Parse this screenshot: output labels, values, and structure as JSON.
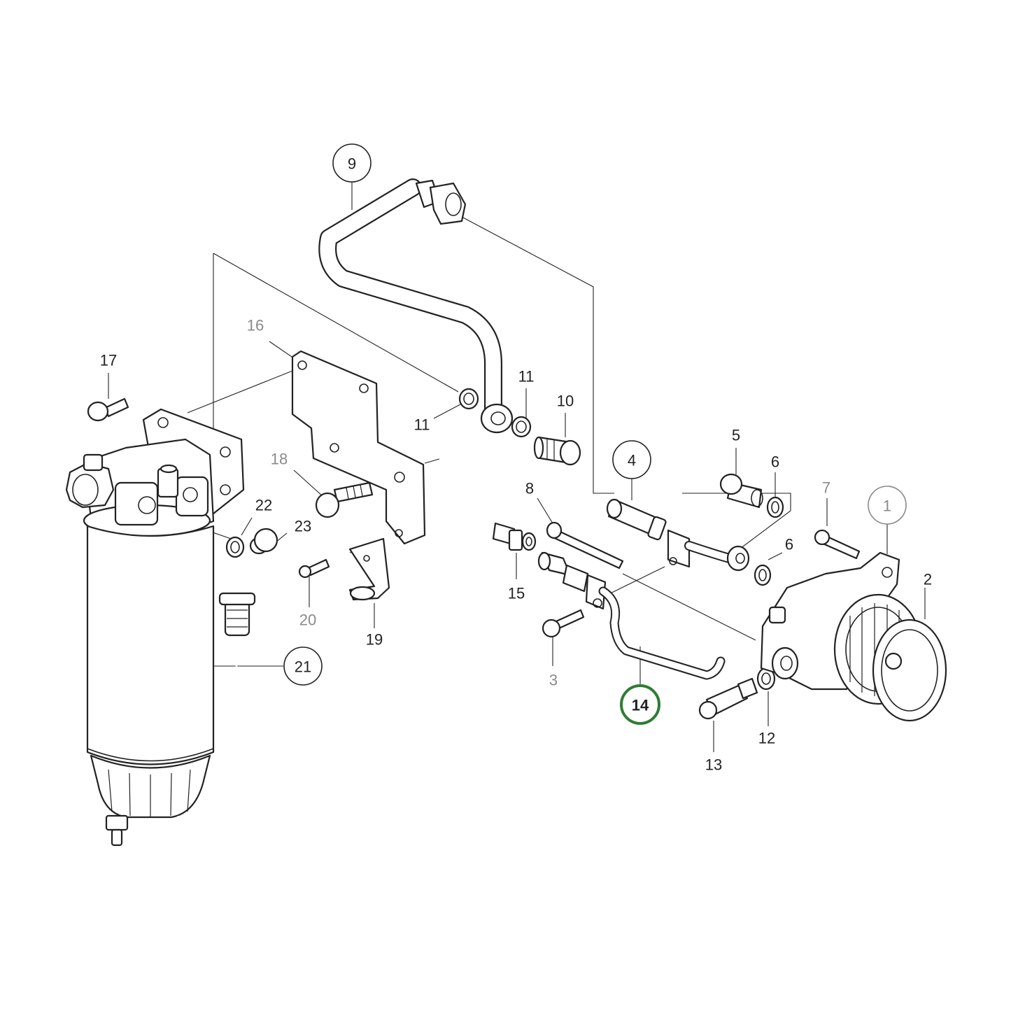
{
  "callouts": [
    {
      "id": "c1",
      "text": "1",
      "style": "circle-grey"
    },
    {
      "id": "c2",
      "text": "2",
      "style": "plain"
    },
    {
      "id": "c3",
      "text": "3",
      "style": "plain-grey"
    },
    {
      "id": "c4",
      "text": "4",
      "style": "circle"
    },
    {
      "id": "c5",
      "text": "5",
      "style": "plain"
    },
    {
      "id": "c6a",
      "text": "6",
      "style": "plain"
    },
    {
      "id": "c6b",
      "text": "6",
      "style": "plain"
    },
    {
      "id": "c7",
      "text": "7",
      "style": "plain-grey"
    },
    {
      "id": "c8",
      "text": "8",
      "style": "plain"
    },
    {
      "id": "c9",
      "text": "9",
      "style": "circle"
    },
    {
      "id": "c10",
      "text": "10",
      "style": "plain"
    },
    {
      "id": "c11a",
      "text": "11",
      "style": "plain"
    },
    {
      "id": "c11b",
      "text": "11",
      "style": "plain"
    },
    {
      "id": "c12",
      "text": "12",
      "style": "plain"
    },
    {
      "id": "c13",
      "text": "13",
      "style": "plain"
    },
    {
      "id": "c14",
      "text": "14",
      "style": "circle-highlight"
    },
    {
      "id": "c15",
      "text": "15",
      "style": "plain"
    },
    {
      "id": "c16",
      "text": "16",
      "style": "plain-grey"
    },
    {
      "id": "c17",
      "text": "17",
      "style": "plain"
    },
    {
      "id": "c18",
      "text": "18",
      "style": "plain-grey"
    },
    {
      "id": "c19",
      "text": "19",
      "style": "plain"
    },
    {
      "id": "c20",
      "text": "20",
      "style": "plain-grey"
    },
    {
      "id": "c21",
      "text": "21",
      "style": "circle"
    },
    {
      "id": "c22",
      "text": "22",
      "style": "plain"
    },
    {
      "id": "c23",
      "text": "23",
      "style": "plain"
    }
  ],
  "highlight_color": "#2e7d32",
  "grey_color": "#8a8a8a",
  "line_color": "#222222"
}
